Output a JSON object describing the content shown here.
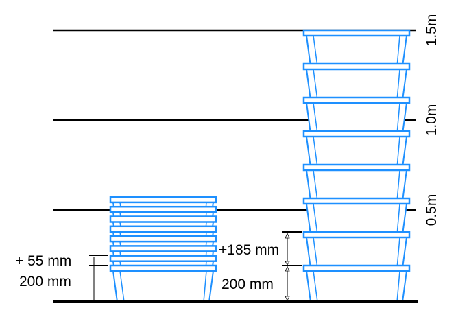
{
  "height_marks": [
    {
      "label": "1.5m",
      "value_m": 1.5
    },
    {
      "label": "1.0m",
      "value_m": 1.0
    },
    {
      "label": "0.5m",
      "value_m": 0.5
    }
  ],
  "left_stack": {
    "container_count": 8,
    "base_label": "200 mm",
    "increment_label": "+ 55 mm"
  },
  "right_stack": {
    "container_count": 8,
    "base_label": "200 mm",
    "increment_label": "+185 mm"
  },
  "colors": {
    "container": "#1e90ff",
    "lines": "#000000"
  }
}
